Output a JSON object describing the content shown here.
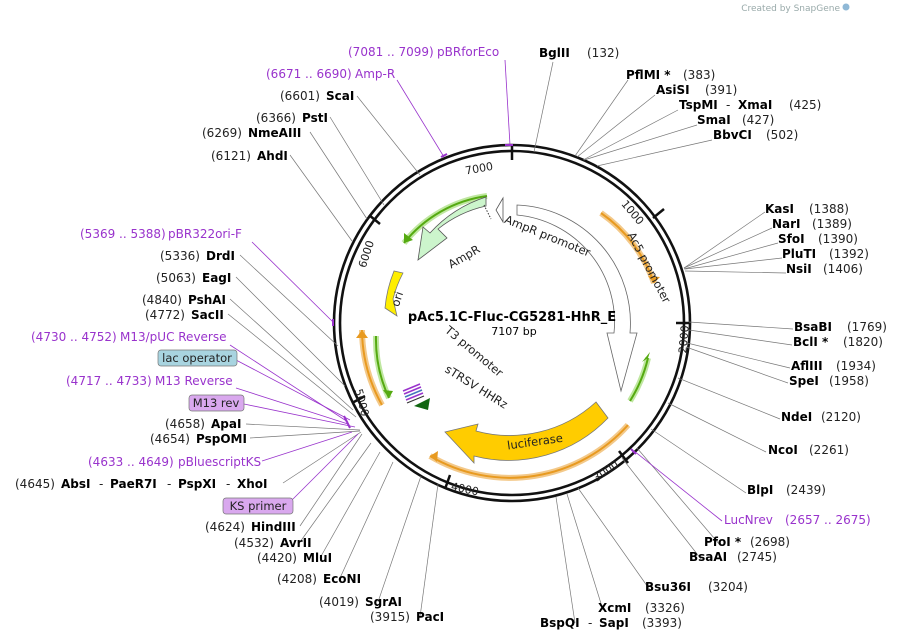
{
  "credit": "Created by SnapGene",
  "plasmid": {
    "name": "pAc5.1C-Fluc-CG5281-HhR_E",
    "length": "7107 bp"
  },
  "ticks": [
    "1000",
    "2000",
    "3000",
    "4000",
    "5000",
    "6000",
    "7000"
  ],
  "enzymes": [
    {
      "name": "BglII",
      "pos": "(132)"
    },
    {
      "name": "PflMI *",
      "pos": "(383)"
    },
    {
      "name": "AsiSI",
      "pos": "(391)"
    },
    {
      "name": "TspMI",
      "sep": "-",
      "name2": "XmaI",
      "pos": "(425)"
    },
    {
      "name": "SmaI",
      "pos": "(427)"
    },
    {
      "name": "BbvCI",
      "pos": "(502)"
    },
    {
      "name": "KasI",
      "pos": "(1388)"
    },
    {
      "name": "NarI",
      "pos": "(1389)"
    },
    {
      "name": "SfoI",
      "pos": "(1390)"
    },
    {
      "name": "PluTI",
      "pos": "(1392)"
    },
    {
      "name": "NsiI",
      "pos": "(1406)"
    },
    {
      "name": "BsaBI",
      "pos": "(1769)"
    },
    {
      "name": "BclI *",
      "pos": "(1820)"
    },
    {
      "name": "AflIII",
      "pos": "(1934)"
    },
    {
      "name": "SpeI",
      "pos": "(1958)"
    },
    {
      "name": "NdeI",
      "pos": "(2120)"
    },
    {
      "name": "NcoI",
      "pos": "(2261)"
    },
    {
      "name": "BlpI",
      "pos": "(2439)"
    },
    {
      "name": "PfoI *",
      "pos": "(2698)"
    },
    {
      "name": "BsaAI",
      "pos": "(2745)"
    },
    {
      "name": "Bsu36I",
      "pos": "(3204)"
    },
    {
      "name": "XcmI",
      "pos": "(3326)"
    },
    {
      "name": "BspQI",
      "sep": "-",
      "name2": "SapI",
      "pos": "(3393)"
    },
    {
      "name": "PacI",
      "pos": "(3915)"
    },
    {
      "name": "SgrAI",
      "pos": "(4019)"
    },
    {
      "name": "EcoNI",
      "pos": "(4208)"
    },
    {
      "name": "MluI",
      "pos": "(4420)"
    },
    {
      "name": "AvrII",
      "pos": "(4532)"
    },
    {
      "name": "HindIII",
      "pos": "(4624)"
    },
    {
      "name": "AbsI",
      "sep": "-",
      "name2": "PaeR7I",
      "sep2": "-",
      "name3": "PspXI",
      "sep3": "-",
      "name4": "XhoI",
      "pos": "(4645)"
    },
    {
      "name": "PspOMI",
      "pos": "(4654)"
    },
    {
      "name": "ApaI",
      "pos": "(4658)"
    },
    {
      "name": "SacII",
      "pos": "(4772)"
    },
    {
      "name": "PshAI",
      "pos": "(4840)"
    },
    {
      "name": "EagI",
      "pos": "(5063)"
    },
    {
      "name": "DrdI",
      "pos": "(5336)"
    },
    {
      "name": "AhdI",
      "pos": "(6121)"
    },
    {
      "name": "NmeAIII",
      "pos": "(6269)"
    },
    {
      "name": "PstI",
      "pos": "(6366)"
    },
    {
      "name": "ScaI",
      "pos": "(6601)"
    }
  ],
  "primers": [
    {
      "range": "(7081 .. 7099)",
      "name": "pBRforEco"
    },
    {
      "range": "(6671 .. 6690)",
      "name": "Amp-R"
    },
    {
      "range": "(5369 .. 5388)",
      "name": "pBR322ori-F"
    },
    {
      "range": "(4730 .. 4752)",
      "name": "M13/pUC Reverse"
    },
    {
      "range": "(4717 .. 4733)",
      "name": "M13 Reverse"
    },
    {
      "range": "(4633 .. 4649)",
      "name": "pBluescriptKS"
    },
    {
      "name": "LucNrev",
      "range": "(2657 .. 2675)"
    }
  ],
  "boxed": [
    {
      "name": "lac operator",
      "color": "#a8d4e0"
    },
    {
      "name": "M13 rev",
      "color": "#d9a8ee"
    },
    {
      "name": "KS primer",
      "color": "#d9a8ee"
    }
  ],
  "features": {
    "ampr": "AmpR",
    "ampr_promoter": "AmpR promoter",
    "ac5_promoter": "Ac5 promoter",
    "ori": "ori",
    "luciferase": "luciferase",
    "t3_promoter": "T3 promoter",
    "strsv": "sTRSV HHRz"
  },
  "colors": {
    "ampr_fill": "#ccf5cc",
    "ori_fill": "#ffee00",
    "luciferase_fill": "#ffcc00",
    "orange_arc": "#e89a20",
    "green_arc": "#55aa11",
    "primer": "#9933cc"
  }
}
